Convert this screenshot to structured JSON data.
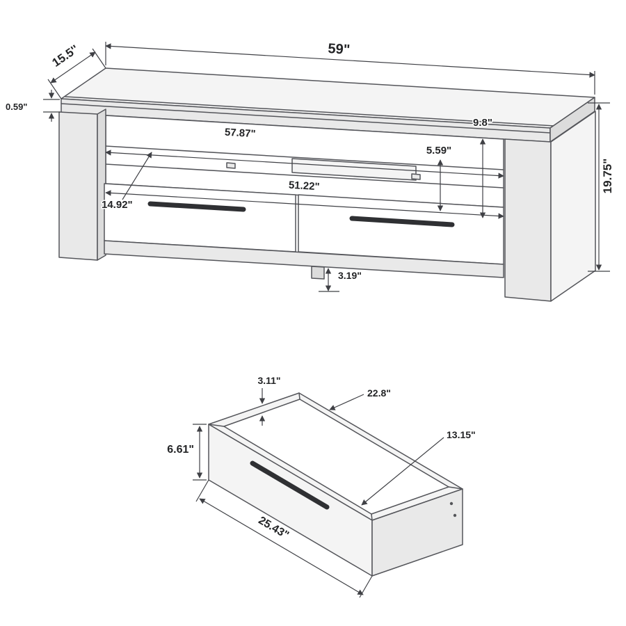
{
  "style": {
    "background": "#ffffff",
    "line_color": "#54555a",
    "dimension_color": "#3f4045",
    "text_color": "#232426"
  },
  "tv_stand_view": {
    "width": "59\"",
    "depth": "15.5''",
    "top_thickness": "0.59\"",
    "inner_width": "57.87\"",
    "top_to_drawer": "9.8\"",
    "shelf_opening_height": "5.59\"",
    "drawer_section_width": "51.22\"",
    "shelf_depth": "14.92\"",
    "overall_height": "19.75\"",
    "base_clearance": "3.19\""
  },
  "drawer_view": {
    "side_height": "3.11\"",
    "depth": "22.8\"",
    "inner_diagonal": "13.15\"",
    "front_height": "6.61\"",
    "width": "25.43\""
  }
}
